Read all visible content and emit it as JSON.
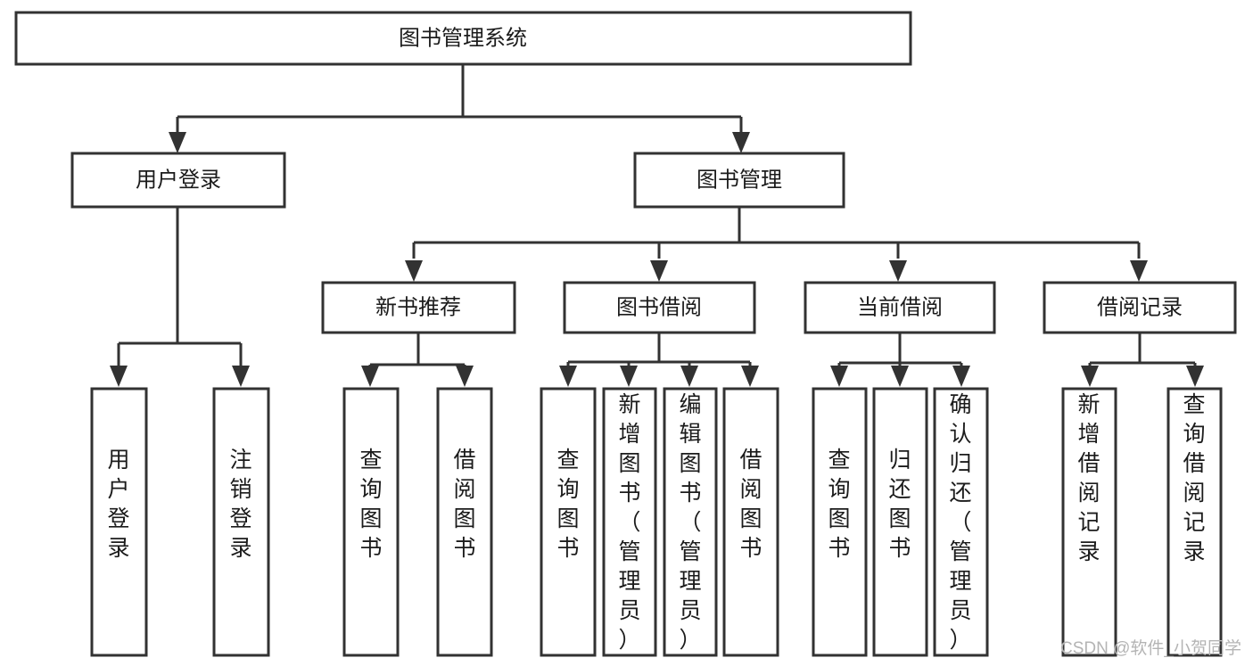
{
  "diagram": {
    "type": "tree",
    "title": "图书管理系统",
    "background_color": "#ffffff",
    "box_fill_color": "#ffffff",
    "box_border_color": "#323232",
    "connector_color": "#323232",
    "text_color": "#1b1b1b",
    "root": {
      "id": "root",
      "label": "图书管理系统",
      "orientation": "horizontal"
    },
    "level2": [
      {
        "id": "user-login",
        "label": "用户登录",
        "orientation": "horizontal"
      },
      {
        "id": "book-manage",
        "label": "图书管理",
        "orientation": "horizontal"
      }
    ],
    "level3": [
      {
        "id": "new-book-recommend",
        "label": "新书推荐",
        "orientation": "horizontal",
        "parent": "book-manage"
      },
      {
        "id": "book-borrow",
        "label": "图书借阅",
        "orientation": "horizontal",
        "parent": "book-manage"
      },
      {
        "id": "current-borrow",
        "label": "当前借阅",
        "orientation": "horizontal",
        "parent": "book-manage"
      },
      {
        "id": "borrow-record",
        "label": "借阅记录",
        "orientation": "horizontal",
        "parent": "book-manage"
      }
    ],
    "leaves": [
      {
        "id": "leaf-user-login",
        "label": "用户登录",
        "orientation": "vertical",
        "parent": "user-login"
      },
      {
        "id": "leaf-logout-login",
        "label": "注销登录",
        "orientation": "vertical",
        "parent": "user-login"
      },
      {
        "id": "leaf-query-book-1",
        "label": "查询图书",
        "orientation": "vertical",
        "parent": "new-book-recommend"
      },
      {
        "id": "leaf-borrow-book-1",
        "label": "借阅图书",
        "orientation": "vertical",
        "parent": "new-book-recommend"
      },
      {
        "id": "leaf-query-book-2",
        "label": "查询图书",
        "orientation": "vertical",
        "parent": "book-borrow"
      },
      {
        "id": "leaf-add-book",
        "label": "新增图书（管理员）",
        "orientation": "vertical",
        "parent": "book-borrow"
      },
      {
        "id": "leaf-edit-book",
        "label": "编辑图书（管理员）",
        "orientation": "vertical",
        "parent": "book-borrow"
      },
      {
        "id": "leaf-borrow-book-2",
        "label": "借阅图书",
        "orientation": "vertical",
        "parent": "book-borrow"
      },
      {
        "id": "leaf-query-book-3",
        "label": "查询图书",
        "orientation": "vertical",
        "parent": "current-borrow"
      },
      {
        "id": "leaf-return-book",
        "label": "归还图书",
        "orientation": "vertical",
        "parent": "current-borrow"
      },
      {
        "id": "leaf-confirm-return",
        "label": "确认归还（管理员）",
        "orientation": "vertical",
        "parent": "current-borrow"
      },
      {
        "id": "leaf-add-record",
        "label": "新增借阅记录",
        "orientation": "vertical",
        "parent": "borrow-record"
      },
      {
        "id": "leaf-query-record",
        "label": "查询借阅记录",
        "orientation": "vertical",
        "parent": "borrow-record"
      }
    ]
  },
  "watermark": {
    "label": "CSDN @软件_小贺同学"
  }
}
